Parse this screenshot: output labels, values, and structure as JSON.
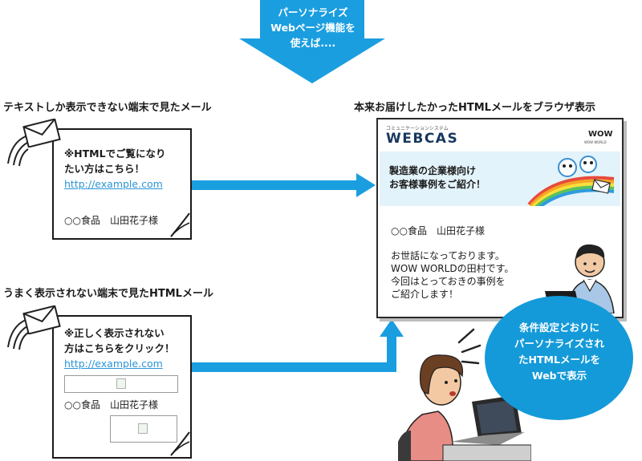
{
  "top_arrow": {
    "lines": [
      "パーソナライズ",
      "Webページ機能を",
      "使えば...."
    ]
  },
  "left_top": {
    "heading": "テキストしか表示できない端末で見たメール",
    "line1": "※HTMLでご覧になり",
    "line2": "たい方はこちら！",
    "link": "http://example.com",
    "addressee": "○○食品　山田花子様"
  },
  "left_bottom": {
    "heading": "うまく表示されない端末で見たHTMLメール",
    "line1": "※正しく表示されない",
    "line2": "方はこちらをクリック！",
    "link": "http://example.com",
    "addressee": "○○食品　山田花子様"
  },
  "right": {
    "heading": "本来お届けしたかったHTMLメールをブラウザ表示",
    "brand_caption": "コミュニケーションシステム",
    "brand": "WEBCAS",
    "logo_top": "WOW",
    "logo_bottom": "WOW WORLD",
    "banner_line1": "製造業の企業様向け",
    "banner_line2": "お客様事例をご紹介！",
    "addressee": "○○食品　山田花子様",
    "body_lines": [
      "お世話になっております。",
      "WOW WORLDの田村です。",
      "今回はとっておきの事例を",
      "ご紹介します！"
    ]
  },
  "bubble": {
    "lines": [
      "条件設定どおりに",
      "パーソナライズされ",
      "たHTMLメールを",
      "Webで表示"
    ]
  },
  "colors": {
    "accent": "#1a9ee0",
    "bubble": "#149ad9",
    "banner": "#e3f3fb",
    "link": "#2b95d6"
  },
  "icons": [
    "envelope-icon",
    "motion-lines-icon",
    "broken-image-icon",
    "rainbow-illustration",
    "mascot-illustration",
    "man-at-laptop-illustration",
    "woman-at-laptop-illustration"
  ]
}
